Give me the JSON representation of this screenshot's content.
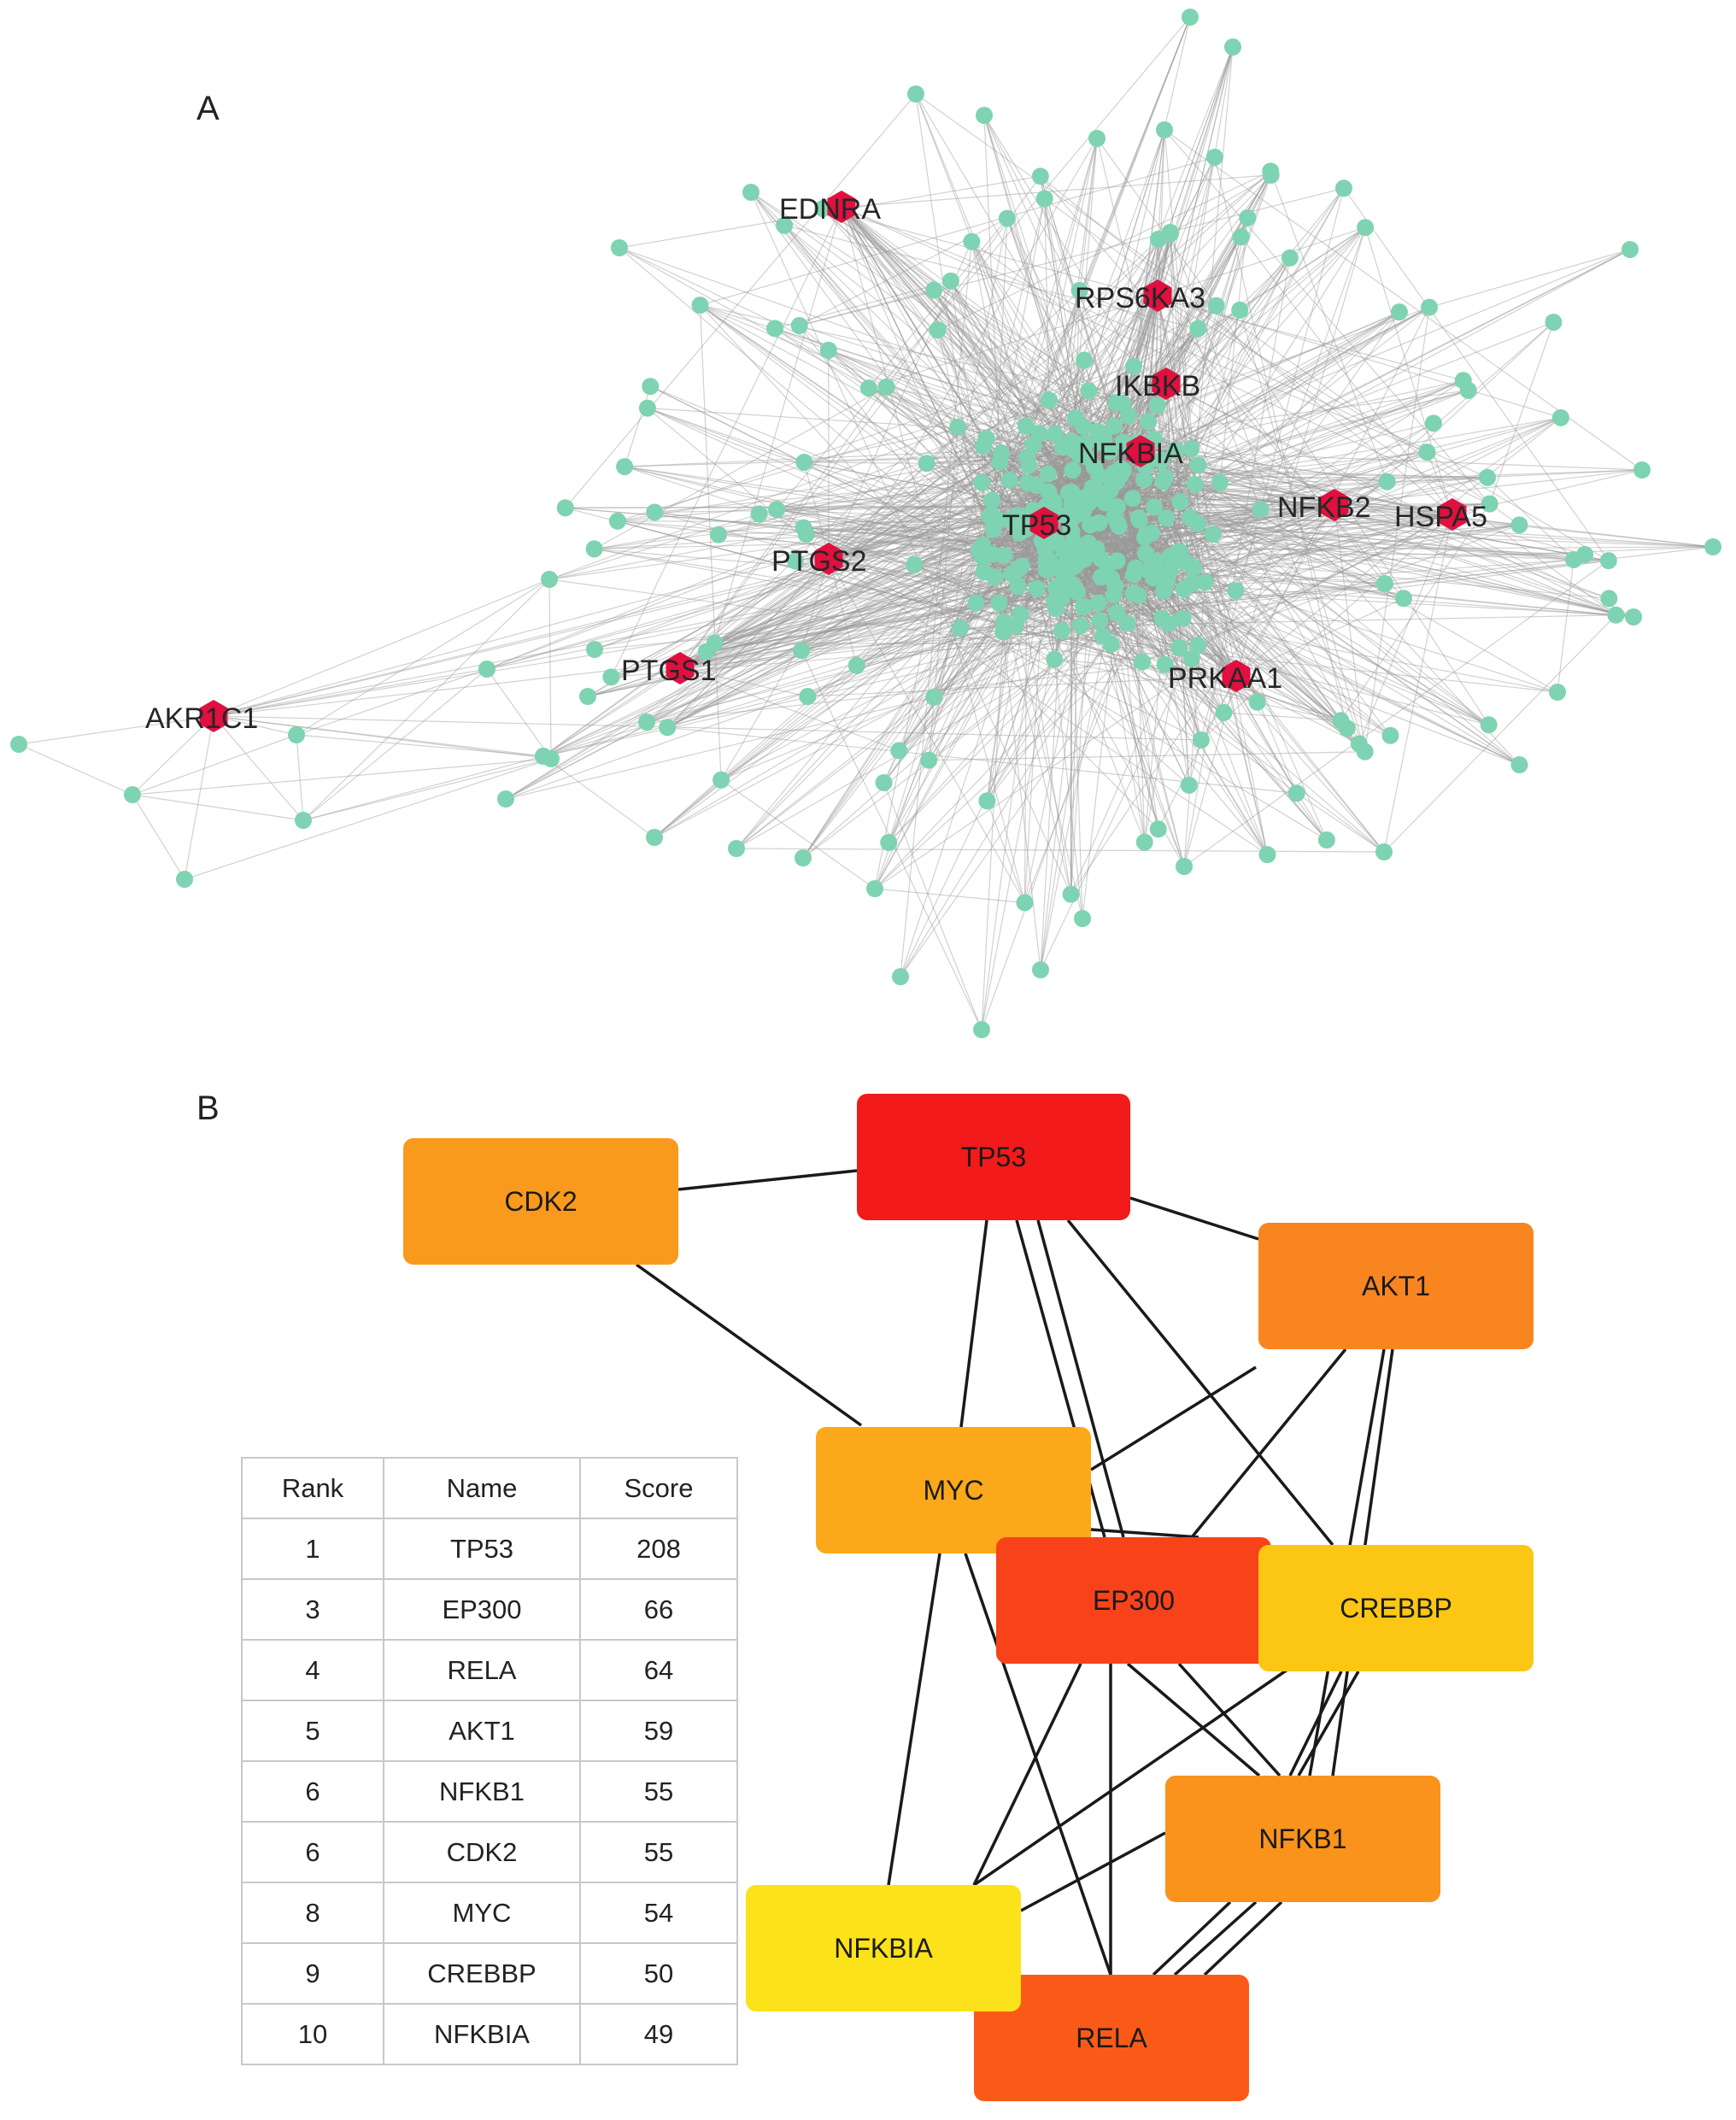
{
  "panels": {
    "a_label": "A",
    "b_label": "B"
  },
  "network_a": {
    "node_color": "#7ed3b2",
    "hub_color": "#e0103f",
    "edge_color": "#9a9a9a",
    "hubs": [
      {
        "name": "EDNRA"
      },
      {
        "name": "RPS6KA3"
      },
      {
        "name": "IKBKB"
      },
      {
        "name": "NFKBIA"
      },
      {
        "name": "TP53"
      },
      {
        "name": "NFKB2"
      },
      {
        "name": "HSPA5"
      },
      {
        "name": "PTGS2"
      },
      {
        "name": "PTGS1"
      },
      {
        "name": "PRKAA1"
      },
      {
        "name": "AKR1C1"
      }
    ]
  },
  "network_b": {
    "edge_color": "#1a1a1a",
    "nodes": [
      {
        "id": "TP53",
        "label": "TP53",
        "color": "#f21a1a"
      },
      {
        "id": "CDK2",
        "label": "CDK2",
        "color": "#f99a1c"
      },
      {
        "id": "AKT1",
        "label": "AKT1",
        "color": "#f98521"
      },
      {
        "id": "MYC",
        "label": "MYC",
        "color": "#fba81a"
      },
      {
        "id": "EP300",
        "label": "EP300",
        "color": "#f8431a"
      },
      {
        "id": "CREBBP",
        "label": "CREBBP",
        "color": "#fcc714"
      },
      {
        "id": "NFKB1",
        "label": "NFKB1",
        "color": "#f9931b"
      },
      {
        "id": "NFKBIA",
        "label": "NFKBIA",
        "color": "#fce21a"
      },
      {
        "id": "RELA",
        "label": "RELA",
        "color": "#fa5a18"
      }
    ]
  },
  "ranking_table": {
    "headers": [
      "Rank",
      "Name",
      "Score"
    ],
    "rows": [
      {
        "rank": "1",
        "name": "TP53",
        "score": "208"
      },
      {
        "rank": "3",
        "name": "EP300",
        "score": "66"
      },
      {
        "rank": "4",
        "name": "RELA",
        "score": "64"
      },
      {
        "rank": "5",
        "name": "AKT1",
        "score": "59"
      },
      {
        "rank": "6",
        "name": "NFKB1",
        "score": "55"
      },
      {
        "rank": "6",
        "name": "CDK2",
        "score": "55"
      },
      {
        "rank": "8",
        "name": "MYC",
        "score": "54"
      },
      {
        "rank": "9",
        "name": "CREBBP",
        "score": "50"
      },
      {
        "rank": "10",
        "name": "NFKBIA",
        "score": "49"
      }
    ]
  }
}
